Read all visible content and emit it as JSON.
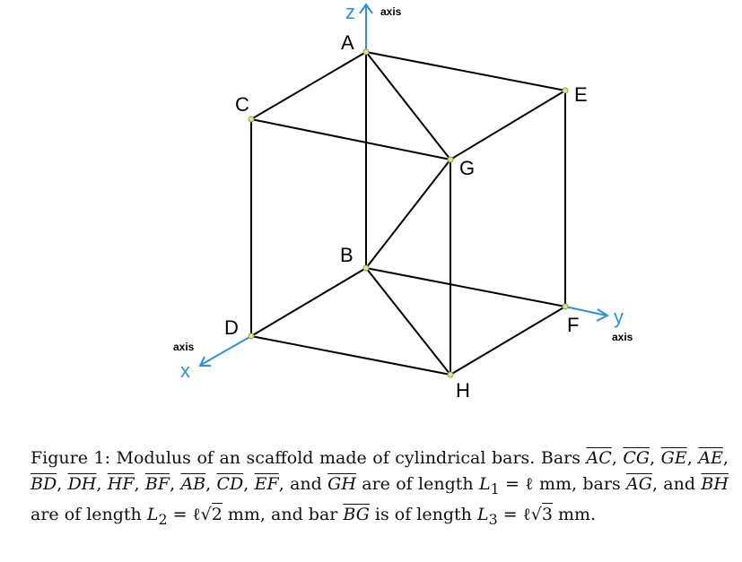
{
  "vertices": {
    "A": "A",
    "B": "B",
    "C": "C",
    "D": "D",
    "E": "E",
    "F": "F",
    "G": "G",
    "H": "H"
  },
  "axes": {
    "x": {
      "letter": "x",
      "word": "axis"
    },
    "y": {
      "letter": "y",
      "word": "axis"
    },
    "z": {
      "letter": "z",
      "word": "axis"
    }
  },
  "bars": [
    "AC",
    "CG",
    "GE",
    "AE",
    "BD",
    "DH",
    "HF",
    "BF",
    "AB",
    "CD",
    "EF",
    "GH",
    "AG",
    "BH",
    "BG"
  ],
  "colors": {
    "axis": "#2f8fd8",
    "node": "#d7e89a",
    "bar": "#000000"
  },
  "caption": {
    "prefix": "Figure 1: Modulus of an scaffold made of cylindrical bars. Bars ",
    "bars_L1": [
      "AC",
      "CG",
      "GE",
      "AE",
      "BD",
      "DH",
      "HF",
      "BF",
      "AB",
      "CD",
      "EF"
    ],
    "and_word": ", and ",
    "last_L1": "GH",
    "mid1": " are of length ",
    "L1": "L",
    "L1_sub": "1",
    "L1_eq": " = ℓ mm, bars ",
    "bars_L2": [
      "AG",
      "BH"
    ],
    "mid2": " are of length ",
    "L2": "L",
    "L2_sub": "2",
    "L2_eq": " = ℓ√",
    "L2_rad": "2",
    "L2_unit": " mm, and bar ",
    "bar_L3": "BG",
    "mid3": " is of length ",
    "L3": "L",
    "L3_sub": "3",
    "L3_eq": " = ℓ√",
    "L3_rad": "3",
    "L3_unit": " mm."
  }
}
